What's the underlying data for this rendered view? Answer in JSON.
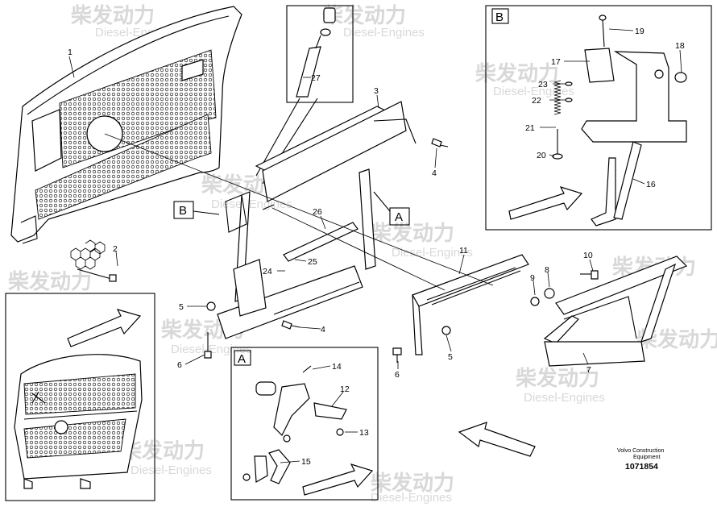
{
  "diagram": {
    "callouts": {
      "c1": "1",
      "c2": "2",
      "c3": "3",
      "c4a": "4",
      "c4b": "4",
      "c5a": "5",
      "c5b": "5",
      "c6a": "6",
      "c6b": "6",
      "c7": "7",
      "c8": "8",
      "c9": "9",
      "c10": "10",
      "c11": "11",
      "c12": "12",
      "c13": "13",
      "c14": "14",
      "c15": "15",
      "c16": "16",
      "c17": "17",
      "c18": "18",
      "c19": "19",
      "c20": "20",
      "c21": "21",
      "c22": "22",
      "c23": "23",
      "c24": "24",
      "c25": "25",
      "c26": "26",
      "c27": "27"
    },
    "view_labels": {
      "a_main": "A",
      "b_main": "B",
      "a_box": "A",
      "b_box": "B"
    },
    "footer": {
      "brand_line1": "Volvo Construction",
      "brand_line2": "Equipment",
      "drawing_number": "1071854"
    },
    "watermark": {
      "cn": "柴发动力",
      "en": "Diesel-Engines"
    }
  }
}
